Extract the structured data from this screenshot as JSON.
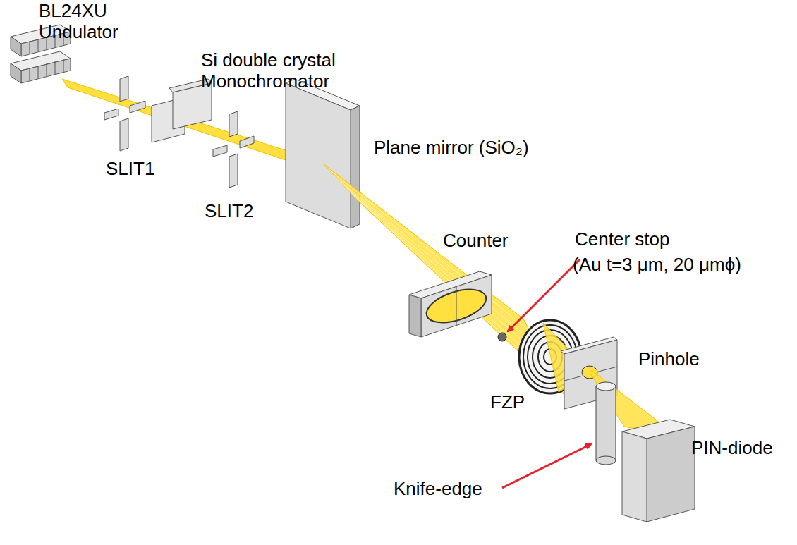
{
  "diagram": {
    "labels": [
      "BL24XU Undulator",
      "Si double crystal Monochromator",
      "SLIT1",
      "SLIT2",
      "Plane mirror (SiO₂)",
      "Counter",
      "Center stop",
      "(Au t=3 μm, 20 μmϕ)",
      "FZP",
      "Pinhole",
      "Knife-edge",
      "PIN-diode"
    ]
  }
}
